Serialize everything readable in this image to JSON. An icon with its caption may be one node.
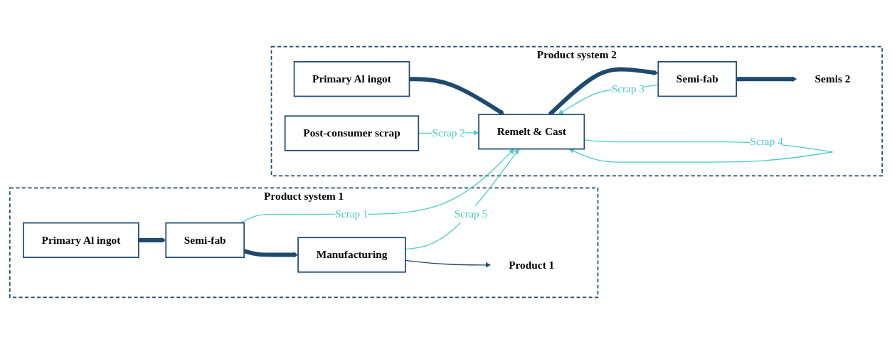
{
  "diagram": {
    "nodes": [
      {
        "text": [
          "Product system 1"
        ]
      },
      {
        "text": [
          "Primary Al ingot"
        ],
        "in": 0
      },
      {
        "text": [
          "Semi-fab"
        ],
        "in": 0
      },
      {
        "text": [
          "Manufacturing"
        ],
        "in": 0
      },
      {
        "text": [
          "Product 1"
        ],
        "in": 0
      },
      {
        "text": [
          "Product system 2"
        ]
      },
      {
        "text": [
          "Primary Al ingot"
        ],
        "in": 5
      },
      {
        "text": [
          "Post-consumer scrap"
        ],
        "in": 5
      },
      {
        "text": [
          "Remelt & Cast"
        ],
        "in": 5
      },
      {
        "text": [
          "Semi-fab"
        ],
        "in": 5
      },
      {
        "text": [
          "Semis 2"
        ],
        "in": 5
      }
    ],
    "edges": [
      {
        "from": 1,
        "to": 2,
        "arrow": "to",
        "style": "thick"
      },
      {
        "from": 2,
        "to": 3,
        "arrow": "to",
        "style": "thick"
      },
      {
        "from": 3,
        "to": 4,
        "arrow": "to"
      },
      {
        "from": 2,
        "to": 8,
        "arrow": "to",
        "label": "Scrap 1",
        "color": "#4ecdc4"
      },
      {
        "from": 3,
        "to": 8,
        "arrow": "to",
        "label": "Scrap 5",
        "color": "#4ecdc4"
      },
      {
        "from": 6,
        "to": 8,
        "arrow": "to",
        "style": "thick"
      },
      {
        "from": 7,
        "to": 8,
        "arrow": "to",
        "label": "Scrap 2",
        "color": "#4ecdc4"
      },
      {
        "from": 8,
        "to": 8,
        "arrow": "to",
        "label": "Scrap 4",
        "color": "#4ecdc4"
      },
      {
        "from": 8,
        "to": 9,
        "arrow": "to",
        "style": "thick"
      },
      {
        "from": 9,
        "to": 10,
        "arrow": "to",
        "style": "thick"
      },
      {
        "from": 9,
        "to": 8,
        "arrow": "to",
        "label": "Scrap 3",
        "color": "#4ecdc4"
      }
    ]
  }
}
